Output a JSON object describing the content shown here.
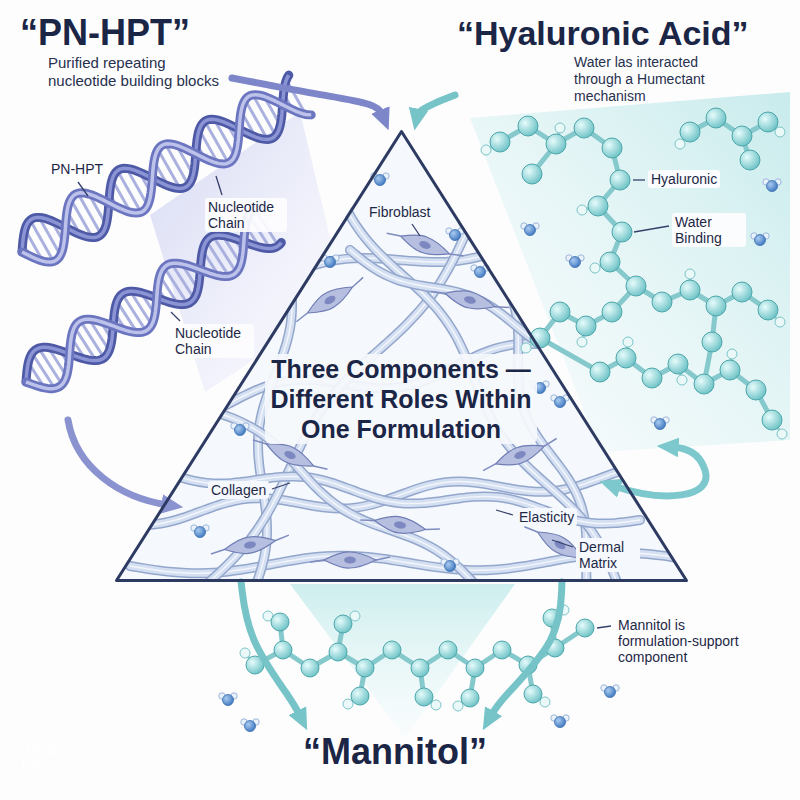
{
  "diagram": {
    "nodes": [
      {
        "text": [
          "“PN-HPT”",
          "Purified repeating nucleotide building blocks"
        ]
      },
      {
        "text": [
          "“Hyaluronic Acid”",
          "Water las interacted through a Humectant mechanism"
        ]
      },
      {
        "text": [
          "Three Components — Different Roles Within One Formulation"
        ]
      },
      {
        "text": [
          "“Mannitol”"
        ]
      }
    ],
    "edges": [
      {
        "from": 0,
        "to": 2,
        "arrow": "to"
      },
      {
        "from": 1,
        "to": 2,
        "arrow": "to"
      },
      {
        "from": 2,
        "to": 3,
        "arrow": "to"
      },
      {
        "from": 2,
        "to": 3,
        "arrow": "to"
      }
    ],
    "labels": [
      "PN-HPT",
      "Nucleotide Chain",
      "Nucleotide Chain",
      "Fibroblast",
      "Hyaluronic",
      "Water Binding",
      "Collagen",
      "Elasticity",
      "Dermal Matrix",
      "Mannitol is formulation-support component",
      "Medi Clinic"
    ]
  }
}
